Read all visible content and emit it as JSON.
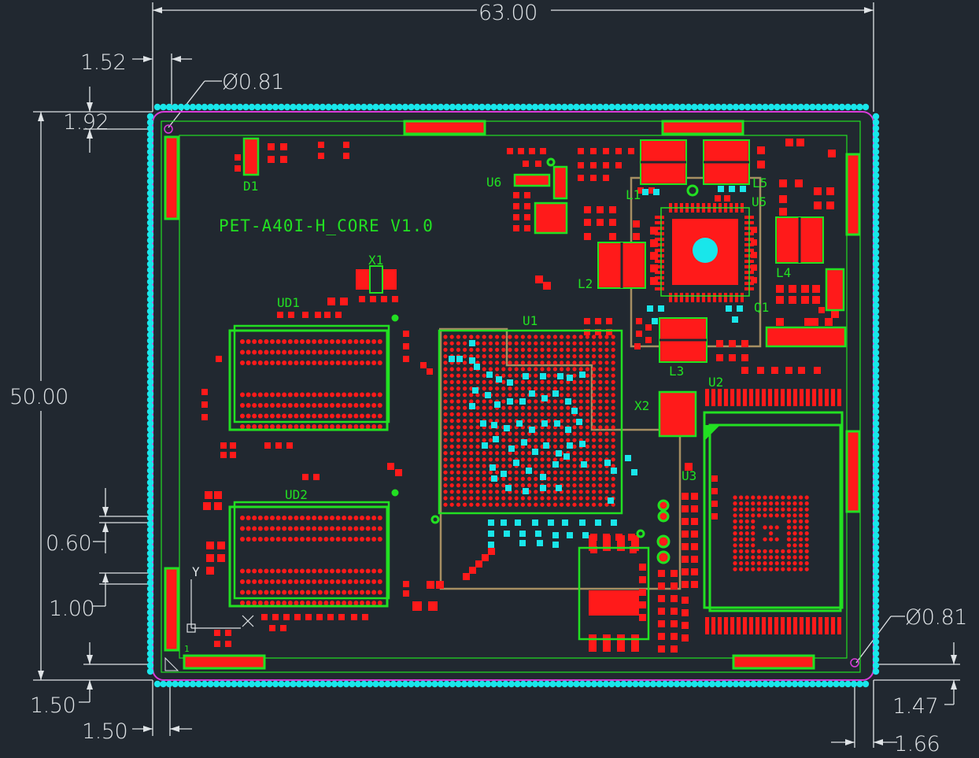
{
  "board": {
    "title": "PET-A40I-H_CORE V1.0",
    "colors": {
      "background": "#212830",
      "pad": "#ff1a1a",
      "via": "#19e6ea",
      "silk": "#22e022",
      "outline": "#d93cd9",
      "dimension": "#dfe3e6",
      "courtyard": "#a78f63"
    }
  },
  "dimensions": {
    "width": "63.00",
    "height": "50.00",
    "left_offset_top": "1.52",
    "hole_top": "Ø0.81",
    "hole_bottom": "Ø0.81",
    "top_offset": "1.92",
    "pad_pitch": "0.60",
    "pad_length": "1.00",
    "bottom_offset_left": "1.50",
    "left_offset_bottom": "1.50",
    "bottom_offset_right": "1.47",
    "right_offset": "1.66"
  },
  "designators": {
    "d1": "D1",
    "u6": "U6",
    "l1": "L1",
    "l5": "L5",
    "u5": "U5",
    "l2": "L2",
    "l3": "L3",
    "l4": "L4",
    "q1": "Q1",
    "x1": "X1",
    "ud1": "UD1",
    "ud2": "UD2",
    "u1": "U1",
    "u2": "U2",
    "x2": "X2",
    "u3": "U3",
    "origin_y": "Y",
    "pin1": "1"
  }
}
